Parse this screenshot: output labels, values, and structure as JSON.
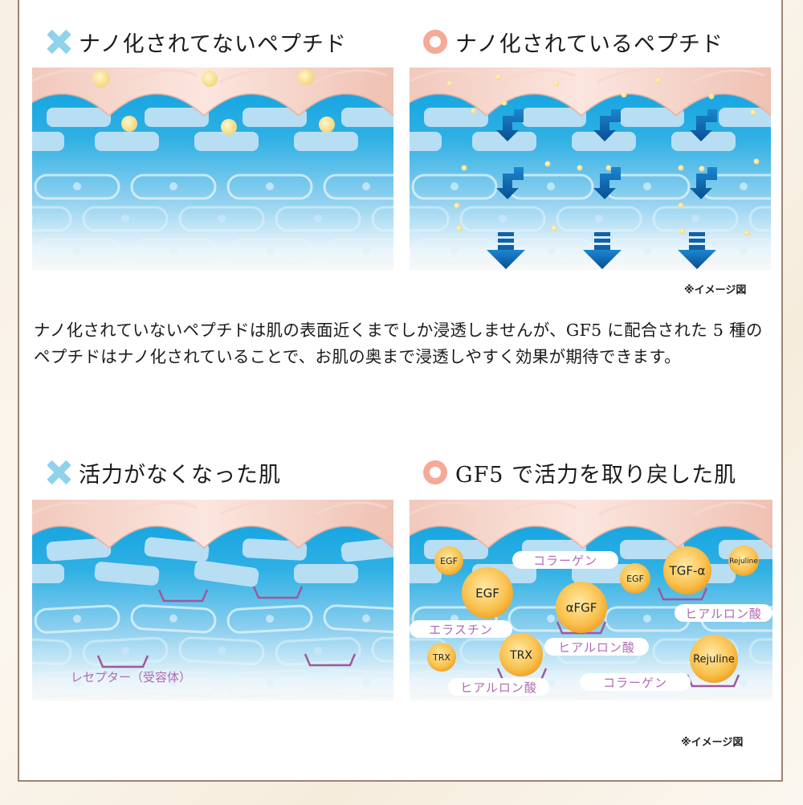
{
  "section1": {
    "left_heading": {
      "icon": "cross-mark-icon",
      "text": "ナノ化されてないペプチド"
    },
    "right_heading": {
      "icon": "circle-mark-icon",
      "text": "ナノ化されているペプチド"
    },
    "image_note": "※イメージ図"
  },
  "description": "ナノ化されていないペプチドは肌の表面近くまでしか浸透しませんが、GF5 に配合された 5 種のペプチドはナノ化されていることで、お肌の奥まで浸透しやすく効果が期待できます。",
  "section2": {
    "left_heading": {
      "icon": "cross-mark-icon",
      "text": "活力がなくなった肌"
    },
    "right_heading": {
      "icon": "circle-mark-icon",
      "text": "GF5 で活力を取り戻した肌"
    },
    "receptor_label": "レセプター（受容体）",
    "molecules": [
      "EGF",
      "EGF",
      "TRX",
      "TRX",
      "αFGF",
      "EGF",
      "TGF-α",
      "Rejuline",
      "Rejuline"
    ],
    "tags": [
      "コラーゲン",
      "エラスチン",
      "ヒアルロン酸",
      "ヒアルロン酸",
      "ヒアルロン酸",
      "コラーゲン"
    ],
    "image_note": "※イメージ図"
  },
  "colors": {
    "frame_border": "#9e8472",
    "cross_mark": "#8fd2ec",
    "circle_mark": "#f5a996",
    "skin_pink": "#f2cfc3",
    "dermis_blue": "#0aa0e0",
    "cell_light": "#b8def4",
    "molecule_gold": "#f6b73c",
    "receptor_purple": "#a0589a",
    "arrow_blue": "#0f62a8"
  }
}
